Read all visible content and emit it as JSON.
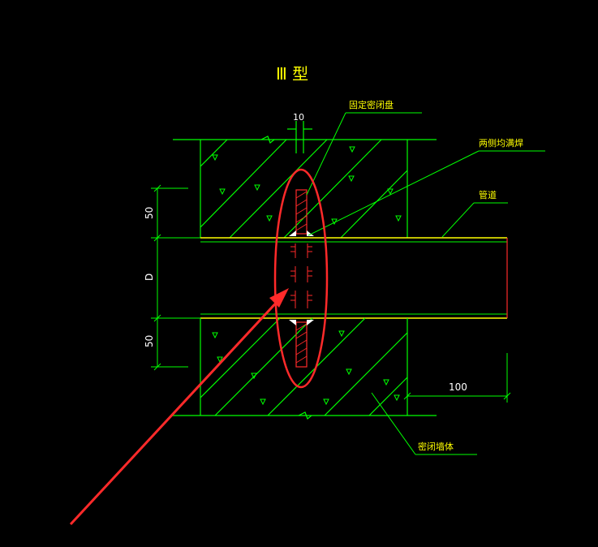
{
  "drawing": {
    "title": "Ⅲ 型",
    "labels": {
      "fixing_plate": "固定密闭盘",
      "weld_both_sides": "两侧均满焊",
      "pipe": "管道",
      "wall": "密闭墙体"
    },
    "dimensions": {
      "plate_thickness": "10",
      "top_offset": "50",
      "diameter": "D",
      "bottom_offset": "50",
      "extension": "100"
    }
  },
  "colors": {
    "background": "#000000",
    "wall_lines": "#00ff00",
    "pipe_lines": "#ffff00",
    "dimension_lines": "#00ff00",
    "leader_lines": "#00ff00",
    "hatch": "#00ff00",
    "plate_fill": "#ff0000",
    "markup": "#ff2a2a",
    "text": "#ffff00",
    "dim_text": "#ffffff"
  }
}
